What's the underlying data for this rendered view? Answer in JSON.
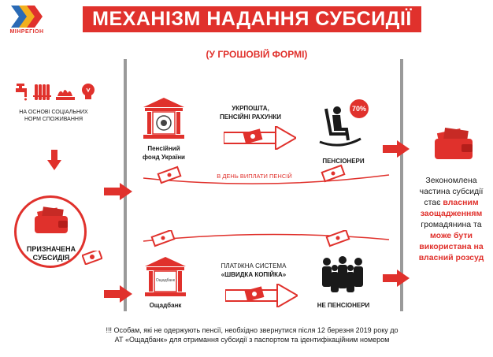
{
  "header": {
    "title": "МЕХАНІЗМ НАДАННЯ СУБСИДІЇ",
    "subtitle": "(У ГРОШОВІЙ ФОРМІ)",
    "logo_text": "МІНРЕГІОН"
  },
  "left": {
    "norms_text": "НА ОСНОВІ СОЦІАЛЬНИХ НОРМ СПОЖИВАННЯ",
    "assigned_line1": "ПРИЗНАЧЕНА",
    "assigned_line2": "СУБСИДІЯ"
  },
  "top_flow": {
    "pension_fund_line1": "Пенсійний",
    "pension_fund_line2": "фонд України",
    "channel_line1": "УКРПОШТА,",
    "channel_line2": "ПЕНСІЙНІ РАХУНКИ",
    "badge": "70%",
    "recipient": "ПЕНСІОНЕРИ",
    "payment_day": "В ДЕНЬ ВИПЛАТИ ПЕНСІЙ"
  },
  "bottom_flow": {
    "bank": "Ощадбанк",
    "bank_logo": "Ощадбанк",
    "channel_line1": "ПЛАТІЖНА СИСТЕМА",
    "channel_line2": "«ШВИДКА КОПІЙКА»",
    "recipient": "НЕ ПЕНСІОНЕРИ"
  },
  "right": {
    "l1": "Зекономлена",
    "l2": "частина субсидії",
    "l3a": "стає ",
    "l3b": "власним",
    "l4": "заощадженням",
    "l5": "громадянина та",
    "l6": "може бути",
    "l7": "використана на",
    "l8": "власний розсуд"
  },
  "footer": {
    "line1": "!!! Особам, які не одержують пенсії, необхідно звернутися після  12 березня 2019 року до",
    "line2": "АТ «Ощадбанк»  для отримання субсидії з паспортом та ідентифікаційним номером"
  },
  "colors": {
    "accent": "#e0312c",
    "divider": "#9a9a9a"
  },
  "icons": [
    "logo-chevrons-icon",
    "faucet-icon",
    "radiator-icon",
    "burner-icon",
    "lightbulb-icon",
    "down-arrow-icon",
    "wallet-icon",
    "money-icon",
    "bank-building-icon",
    "rocking-chair-pensioner-icon",
    "people-group-icon",
    "right-arrow-icon"
  ]
}
